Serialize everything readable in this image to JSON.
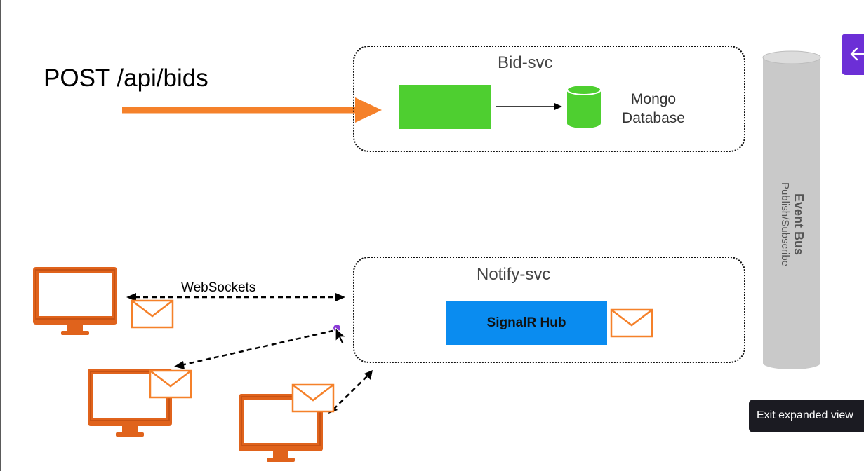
{
  "post": {
    "label": "POST /api/bids"
  },
  "bid_svc": {
    "title": "Bid-svc",
    "db_label_line1": "Mongo",
    "db_label_line2": "Database"
  },
  "notify_svc": {
    "title": "Notify-svc",
    "hub_label": "SignalR Hub"
  },
  "connection": {
    "label": "WebSockets"
  },
  "event_bus": {
    "title": "Event Bus",
    "subtitle": "Publish/Subscribe"
  },
  "tooltip": {
    "text": "Exit expanded view"
  },
  "colors": {
    "orange_arrow": "#f5812a",
    "service_green": "#4ecf30",
    "signalr_blue": "#0a8cf0",
    "client_orange": "#e0631c",
    "event_bus_gray": "#c9c9c9",
    "accent_purple": "#6c2fd6"
  },
  "icons": [
    "arrow-icon",
    "database-icon",
    "monitor-icon",
    "envelope-icon",
    "cursor-icon",
    "back-arrow-icon"
  ]
}
